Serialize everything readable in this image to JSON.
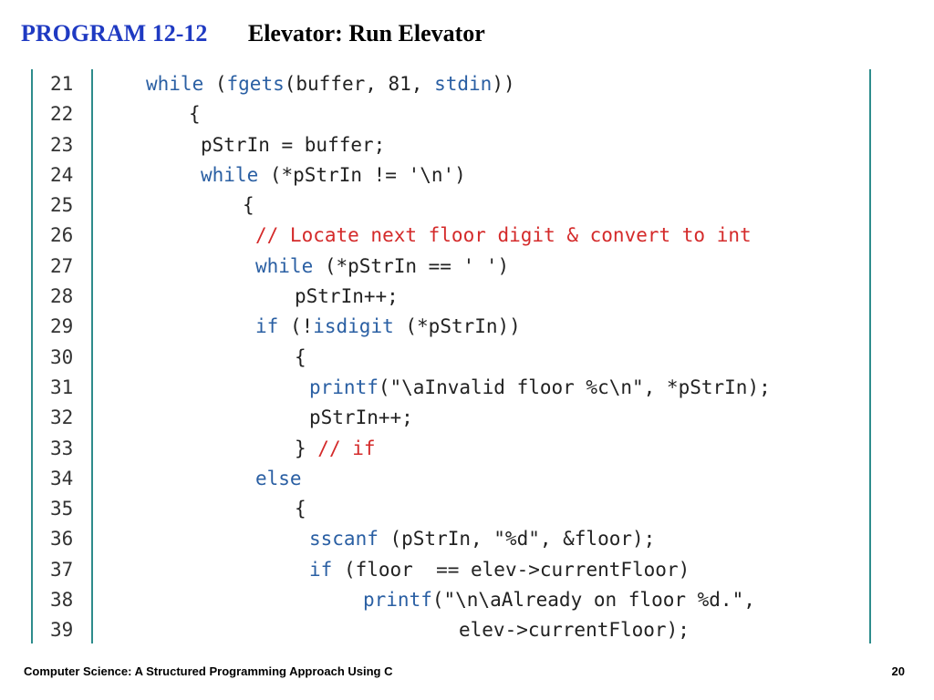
{
  "title": {
    "program_label": "PROGRAM 12-12",
    "program_title": "Elevator: Run Elevator"
  },
  "code": {
    "language": "C",
    "colors": {
      "keyword": "#2a5fa3",
      "comment": "#d42a2a",
      "text": "#222222",
      "rule": "#2e8c8c"
    },
    "lines": [
      {
        "num": "21",
        "segments": [
          {
            "t": "while",
            "s": "kw"
          },
          {
            "t": " ("
          },
          {
            "t": "fgets",
            "s": "kw"
          },
          {
            "t": "(buffer, 81, "
          },
          {
            "t": "stdin",
            "s": "kw"
          },
          {
            "t": "))"
          }
        ]
      },
      {
        "num": "22",
        "segments": [
          {
            "t": "{"
          }
        ]
      },
      {
        "num": "23",
        "segments": [
          {
            "t": "pStrIn = buffer;"
          }
        ]
      },
      {
        "num": "24",
        "segments": [
          {
            "t": "while",
            "s": "kw"
          },
          {
            "t": " (*pStrIn != '\\n')"
          }
        ]
      },
      {
        "num": "25",
        "segments": [
          {
            "t": "{"
          }
        ]
      },
      {
        "num": "26",
        "segments": [
          {
            "t": "// Locate next floor digit & convert to int",
            "s": "cm"
          }
        ]
      },
      {
        "num": "27",
        "segments": [
          {
            "t": "while",
            "s": "kw"
          },
          {
            "t": " (*pStrIn == ' ')"
          }
        ]
      },
      {
        "num": "28",
        "segments": [
          {
            "t": "pStrIn++;"
          }
        ]
      },
      {
        "num": "29",
        "segments": [
          {
            "t": "if",
            "s": "kw"
          },
          {
            "t": " (!"
          },
          {
            "t": "isdigit",
            "s": "kw"
          },
          {
            "t": " (*pStrIn))"
          }
        ]
      },
      {
        "num": "30",
        "segments": [
          {
            "t": "{"
          }
        ]
      },
      {
        "num": "31",
        "segments": [
          {
            "t": "printf",
            "s": "kw"
          },
          {
            "t": "(\"\\aInvalid floor %c\\n\", *pStrIn);"
          }
        ]
      },
      {
        "num": "32",
        "segments": [
          {
            "t": "pStrIn++;"
          }
        ]
      },
      {
        "num": "33",
        "segments": [
          {
            "t": "} "
          },
          {
            "t": "// if",
            "s": "cm"
          }
        ]
      },
      {
        "num": "34",
        "segments": [
          {
            "t": "else",
            "s": "kw"
          }
        ]
      },
      {
        "num": "35",
        "segments": [
          {
            "t": "{"
          }
        ]
      },
      {
        "num": "36",
        "segments": [
          {
            "t": "sscanf",
            "s": "kw"
          },
          {
            "t": " (pStrIn, \"%d\", &floor);"
          }
        ]
      },
      {
        "num": "37",
        "segments": [
          {
            "t": "if",
            "s": "kw"
          },
          {
            "t": " (floor  == elev->currentFloor)"
          }
        ]
      },
      {
        "num": "38",
        "segments": [
          {
            "t": "printf",
            "s": "kw"
          },
          {
            "t": "(\"\\n\\aAlready on floor %d.\","
          }
        ]
      },
      {
        "num": "39",
        "segments": [
          {
            "t": "elev->currentFloor);"
          }
        ]
      }
    ]
  },
  "footer": {
    "book_title": "Computer Science: A Structured Programming Approach Using C",
    "page_number": "20"
  }
}
